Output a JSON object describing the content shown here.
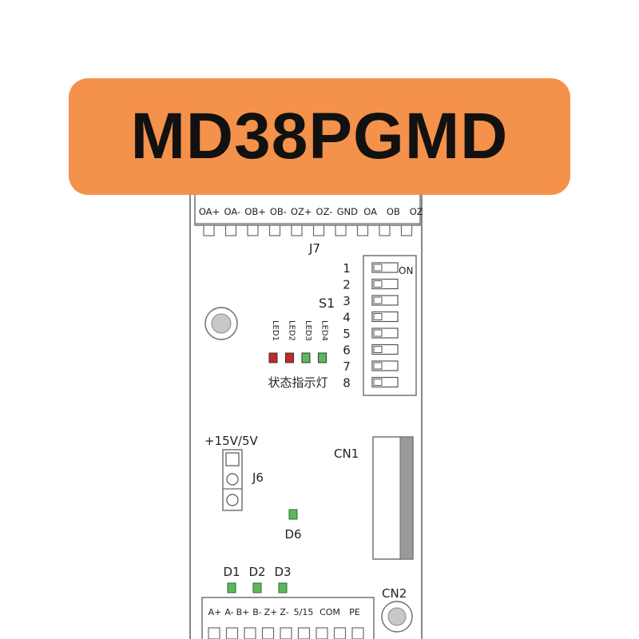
{
  "title": "MD38PGMD",
  "top_terminal_labels": [
    "OA+",
    "OA-",
    "OB+",
    "OB-",
    "OZ+",
    "OZ-",
    "GND",
    "OA",
    "OB",
    "OZ"
  ],
  "j7_label": "J7",
  "switch": {
    "name": "S1",
    "on_label": "ON",
    "positions": [
      "1",
      "2",
      "3",
      "4",
      "5",
      "6",
      "7",
      "8"
    ]
  },
  "leds": [
    {
      "label": "LED1",
      "color": "#c62828"
    },
    {
      "label": "LED2",
      "color": "#c62828"
    },
    {
      "label": "LED3",
      "color": "#5cb85c"
    },
    {
      "label": "LED4",
      "color": "#5cb85c"
    }
  ],
  "status_caption": "状态指示灯",
  "voltage_label": "+15V/5V",
  "j6_label": "J6",
  "cn1_label": "CN1",
  "cn2_label": "CN2",
  "d6_label": "D6",
  "diodes": [
    "D1",
    "D2",
    "D3"
  ],
  "green": "#5cb85c",
  "bottom_terminal_labels": [
    "A+",
    "A-",
    "B+",
    "B-",
    "Z+",
    "Z-",
    "5/15",
    "COM",
    "PE"
  ]
}
